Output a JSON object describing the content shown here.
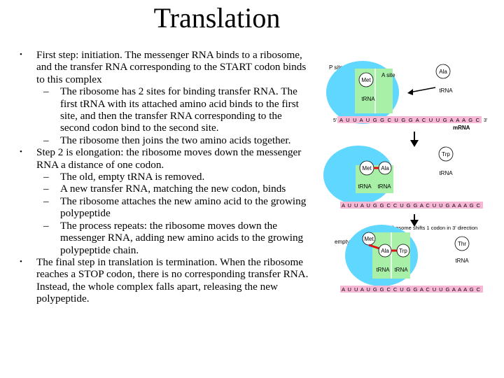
{
  "title": "Translation",
  "bullets": [
    {
      "text": "First step: initiation.  The messenger RNA binds to a ribosome, and the transfer RNA corresponding to the START codon binds to this complex",
      "subs": [
        "The ribosome has 2 sites for binding transfer RNA.  The first tRNA with its attached amino acid binds to the first site, and then the transfer RNA corresponding to the second codon bind to the second site.",
        "The ribosome then joins the two amino acids together."
      ]
    },
    {
      "text": "Step 2 is elongation: the ribosome moves down the messenger RNA a distance of one codon.",
      "subs": [
        "The old, empty tRNA is removed.",
        "A new transfer RNA, matching the new codon, binds",
        "The ribosome attaches the new amino acid to the growing polypeptide",
        "The process repeats: the ribosome moves down the messenger RNA, adding new amino acids to the growing polypeptide chain."
      ]
    },
    {
      "text": "The final step in translation is termination.  When the ribosome reaches a STOP codon, there is no corresponding transfer RNA.  Instead, the whole complex falls apart, releasing the new polypeptide.",
      "subs": []
    }
  ],
  "diagram": {
    "colors": {
      "ribosome": "#5fd7ff",
      "site": "#a8f0a8",
      "mrna": "#f7b8d6",
      "amino": "#ffffff",
      "bond": "#e01010"
    },
    "labels": {
      "p_site": "P site",
      "a_site": "A site",
      "met": "Met",
      "ala": "Ala",
      "trp": "Trp",
      "thr": "Thr",
      "trna": "tRNA",
      "empty_trna": "empty tRNA",
      "mrna": "mRNA",
      "shift_note": "Ribosome shifts 1 codon in 3' direction",
      "five_prime": "5'",
      "three_prime": "3'"
    },
    "sequences": {
      "s1": "A U U A U G G C U G G A C U U G A A A G C",
      "s2": "A U U A U G G C C U G G A C U U G A A A G C",
      "s3": "A U U A U G G C C U G G A C U U G A A A G C"
    }
  }
}
